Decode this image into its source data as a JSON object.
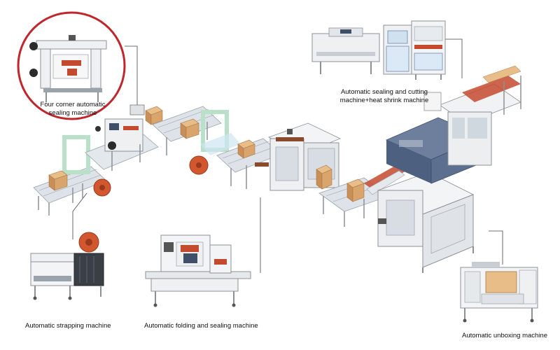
{
  "labels": {
    "four_corner": {
      "line1": "Four corner automatic",
      "line2": "sealing machine"
    },
    "sealing_cutting": {
      "line1": "Automatic sealing and cutting",
      "line2": "machine+heat shrink machine"
    },
    "strapping": "Automatic strapping machine",
    "folding_sealing": "Automatic folding and sealing machine",
    "unboxing": "Automatic unboxing machine"
  },
  "colors": {
    "highlight_circle": "#c0272d",
    "machine_body": "#eef0f2",
    "frame": "#8c9197",
    "carton": "#d9a56c",
    "accent_red": "#c44a2f",
    "roller_orange": "#d2572f",
    "green_frame": "#b9e0c8",
    "blue_guard": "#cfe6f2",
    "shrink_tunnel": "#5c6f8f"
  },
  "icons": {
    "four_corner_machine": "four-corner-sealer-icon",
    "sealing_cutting_machine": "l-sealer-shrink-tunnel-icon",
    "strapping_machine": "strapping-machine-icon",
    "folding_machine": "folding-sealer-icon",
    "unboxing_machine": "carton-erector-icon"
  }
}
